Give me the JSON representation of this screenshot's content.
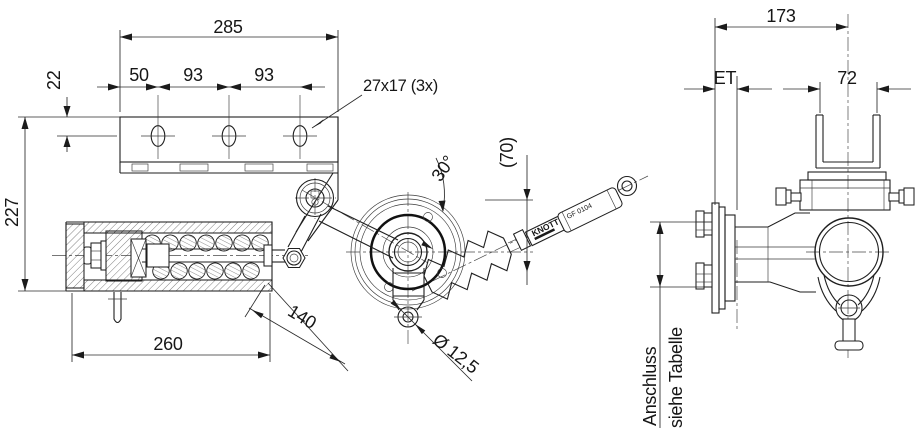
{
  "drawing": {
    "type": "technical-drawing",
    "background": "#ffffff",
    "line_color": "#1f1f1f",
    "main": {
      "dims": {
        "overall_width": "285",
        "hole_offset": "50",
        "hole_pitch_1": "93",
        "hole_pitch_2": "93",
        "plate_edge": "22",
        "overall_height": "227",
        "slot_note": "27x17 (3x)",
        "cylinder_length": "260",
        "lever_length": "140",
        "damper_angle": "30°",
        "ref_height": "(70)",
        "eye_diameter": "Ø 12,5"
      },
      "damper": {
        "brand": "KNOTT",
        "model": "GF 0104"
      }
    },
    "side": {
      "dims": {
        "overall_width": "173",
        "insertion_depth": "ET",
        "channel_width": "72"
      },
      "note": {
        "line1": "Anschluss",
        "line2": "siehe Tabelle"
      }
    }
  }
}
